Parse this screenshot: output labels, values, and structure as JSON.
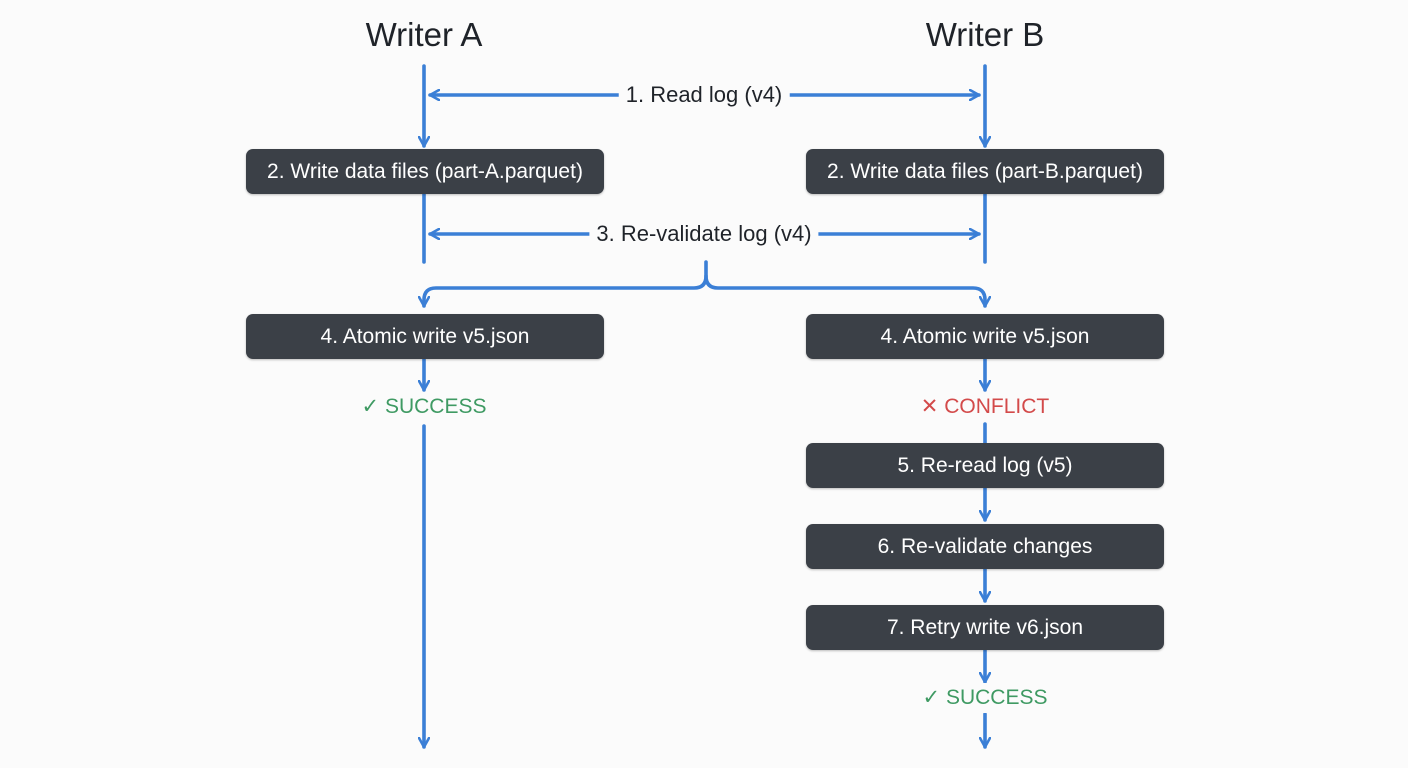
{
  "headers": {
    "writer_a": "Writer A",
    "writer_b": "Writer B"
  },
  "messages": {
    "read_log": "1. Read log (v4)",
    "revalidate_log": "3. Re-validate log (v4)"
  },
  "writer_a": {
    "write_data": "2. Write data files (part-A.parquet)",
    "atomic_write": "4. Atomic write v5.json",
    "status": "✓ SUCCESS"
  },
  "writer_b": {
    "write_data": "2. Write data files (part-B.parquet)",
    "atomic_write": "4. Atomic write v5.json",
    "status_conflict": "✕ CONFLICT",
    "reread": "5. Re-read log (v5)",
    "revalidate_changes": "6. Re-validate changes",
    "retry": "7. Retry write v6.json",
    "status_success": "✓ SUCCESS"
  },
  "colors": {
    "arrow": "#3b7fd6",
    "box": "#3b4047",
    "success": "#3f9a63",
    "conflict": "#d34a4a"
  }
}
